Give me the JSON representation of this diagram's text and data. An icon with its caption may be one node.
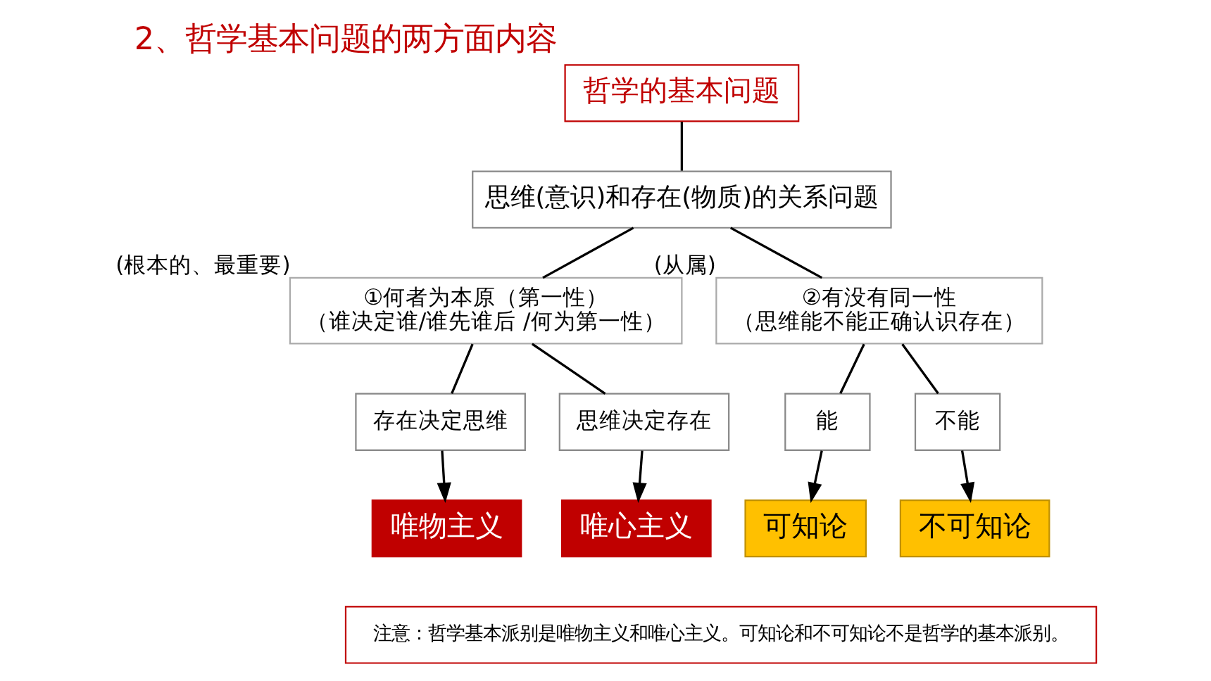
{
  "diagram": {
    "title": "2、哲学基本问题的两方面内容",
    "nodes": [
      {
        "text": [
          "哲学的基本问题"
        ]
      },
      {
        "text": [
          "思维(意识)和存在(物质)的关系问题"
        ]
      },
      {
        "text": [
          "①何者为本原（第一性）",
          "（谁决定谁/谁先谁后 /何为第一性）"
        ],
        "beside": [
          "(根本的、最重要)"
        ]
      },
      {
        "text": [
          "②有没有同一性",
          "（思维能不能正确认识存在）"
        ],
        "beside": [
          "(从属)"
        ]
      },
      {
        "text": [
          "存在决定思维"
        ]
      },
      {
        "text": [
          "思维决定存在"
        ]
      },
      {
        "text": [
          "能"
        ]
      },
      {
        "text": [
          "不能"
        ]
      },
      {
        "text": [
          "唯物主义"
        ]
      },
      {
        "text": [
          "唯心主义"
        ]
      },
      {
        "text": [
          "可知论"
        ]
      },
      {
        "text": [
          "不可知论"
        ]
      },
      {
        "text": [
          "注意：哲学基本派别是唯物主义和唯心主义。可知论和不可知论不是哲学的基本派别。"
        ]
      }
    ],
    "edges": [
      {
        "from": 0,
        "to": 1,
        "arrow": "none"
      },
      {
        "from": 1,
        "to": 2,
        "arrow": "none"
      },
      {
        "from": 1,
        "to": 3,
        "arrow": "none"
      },
      {
        "from": 2,
        "to": 4,
        "arrow": "none"
      },
      {
        "from": 2,
        "to": 5,
        "arrow": "none"
      },
      {
        "from": 3,
        "to": 6,
        "arrow": "none"
      },
      {
        "from": 3,
        "to": 7,
        "arrow": "none"
      },
      {
        "from": 4,
        "to": 8,
        "arrow": "to"
      },
      {
        "from": 5,
        "to": 9,
        "arrow": "to"
      },
      {
        "from": 6,
        "to": 10,
        "arrow": "to"
      },
      {
        "from": 7,
        "to": 11,
        "arrow": "to"
      }
    ]
  }
}
